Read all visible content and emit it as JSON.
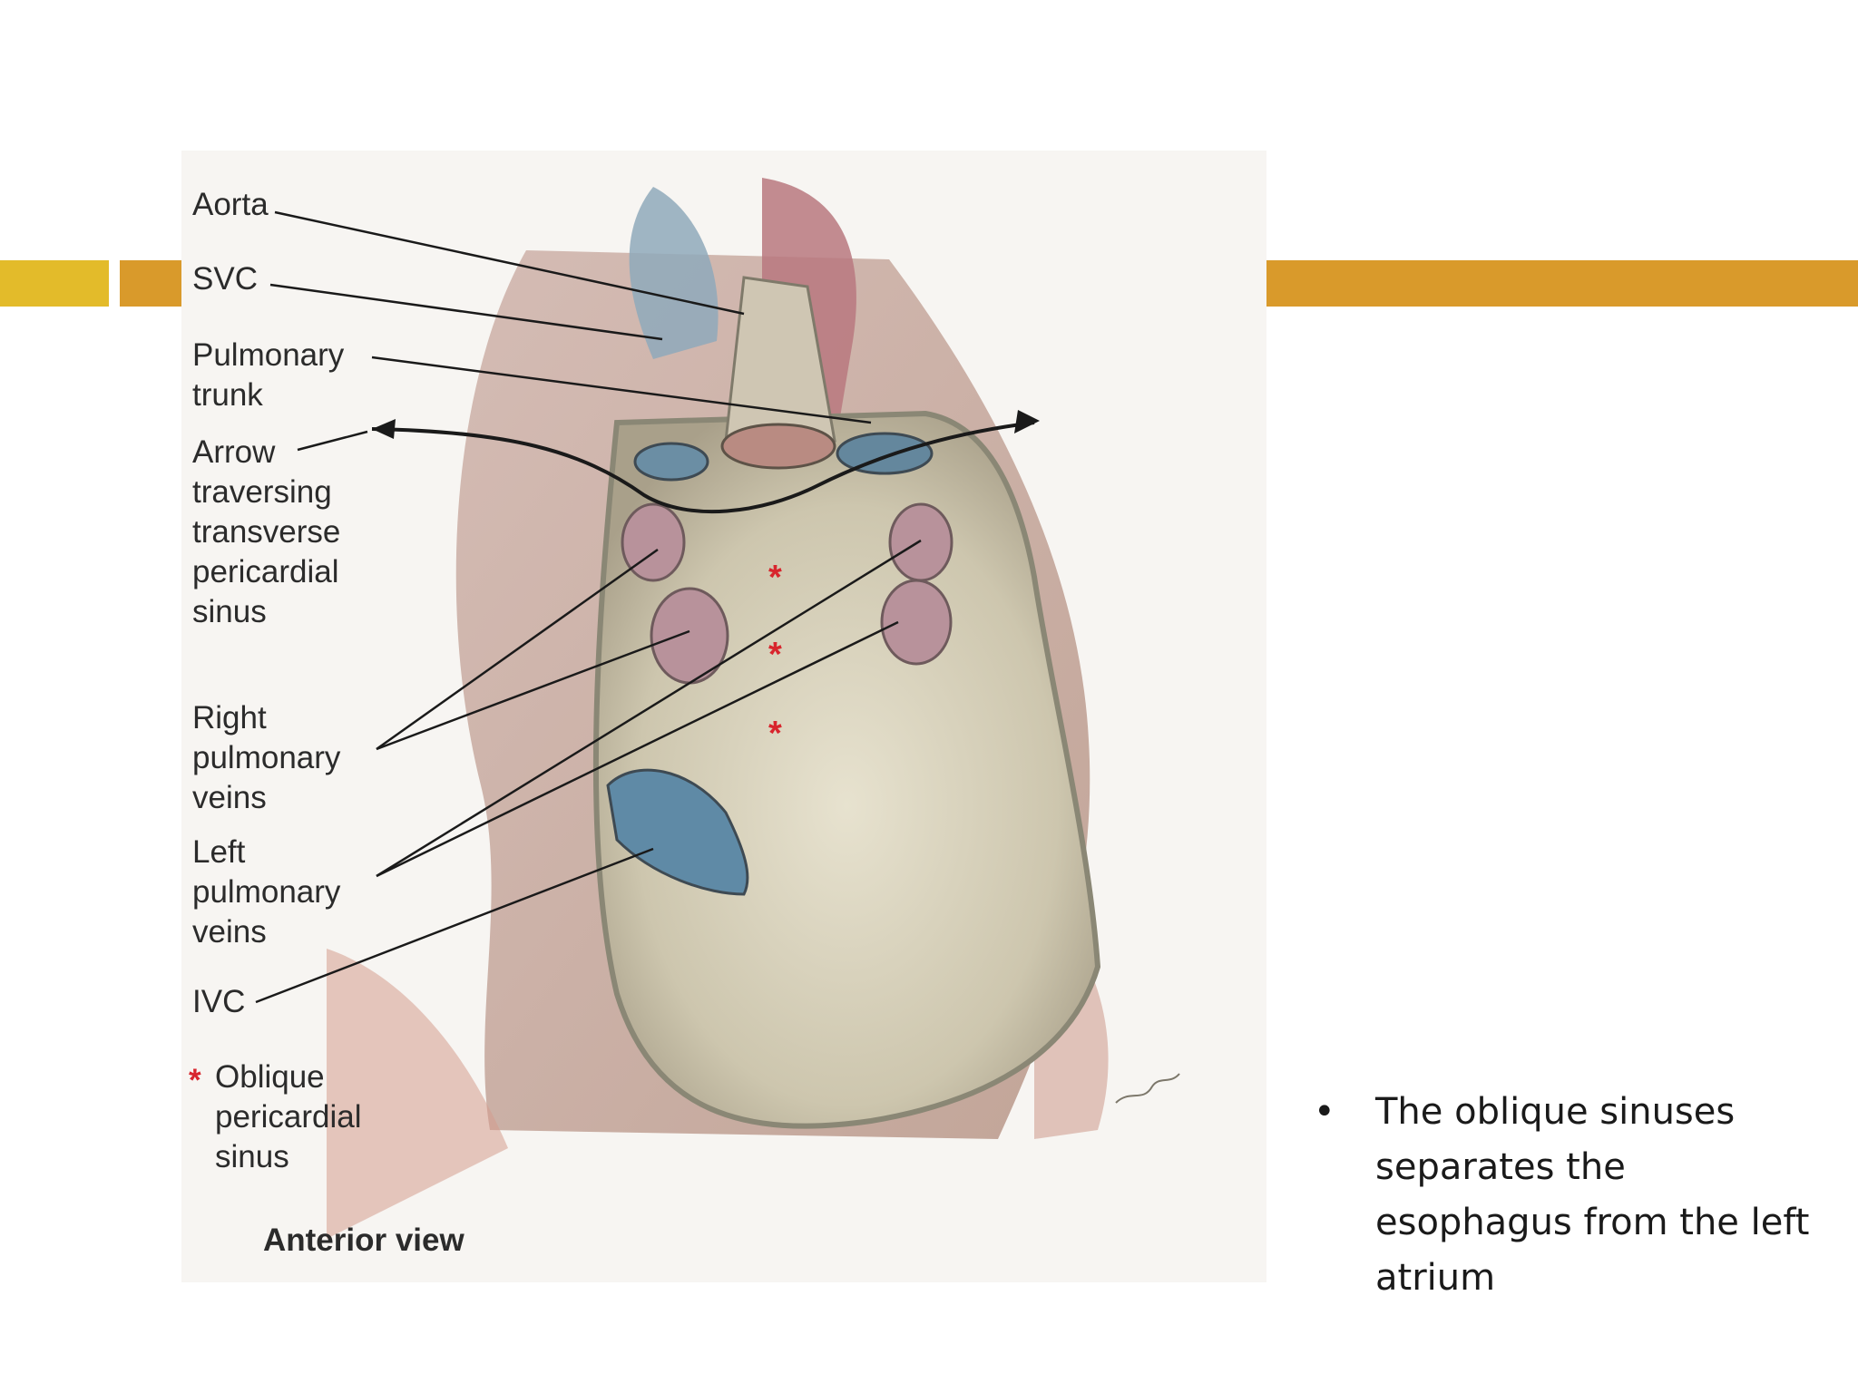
{
  "slide": {
    "accent_colors": [
      "#e3bb2a",
      "#d99a2b"
    ],
    "bullet_symbol": "•",
    "bullet_text": "The oblique sinuses separates the esophagus from the left atrium"
  },
  "figure": {
    "labels": {
      "aorta": "Aorta",
      "svc": "SVC",
      "pulmonary_trunk": "Pulmonary\ntrunk",
      "arrow": "Arrow\ntraversing\ntransverse\npericardial\nsinus",
      "right_pulmonary_veins": "Right\npulmonary\nveins",
      "left_pulmonary_veins": "Left\npulmonary\nveins",
      "ivc": "IVC",
      "legend_symbol": "*",
      "oblique_sinus": "Oblique\npericardial\nsinus",
      "view": "Anterior view"
    },
    "sinus_marker": "*"
  }
}
